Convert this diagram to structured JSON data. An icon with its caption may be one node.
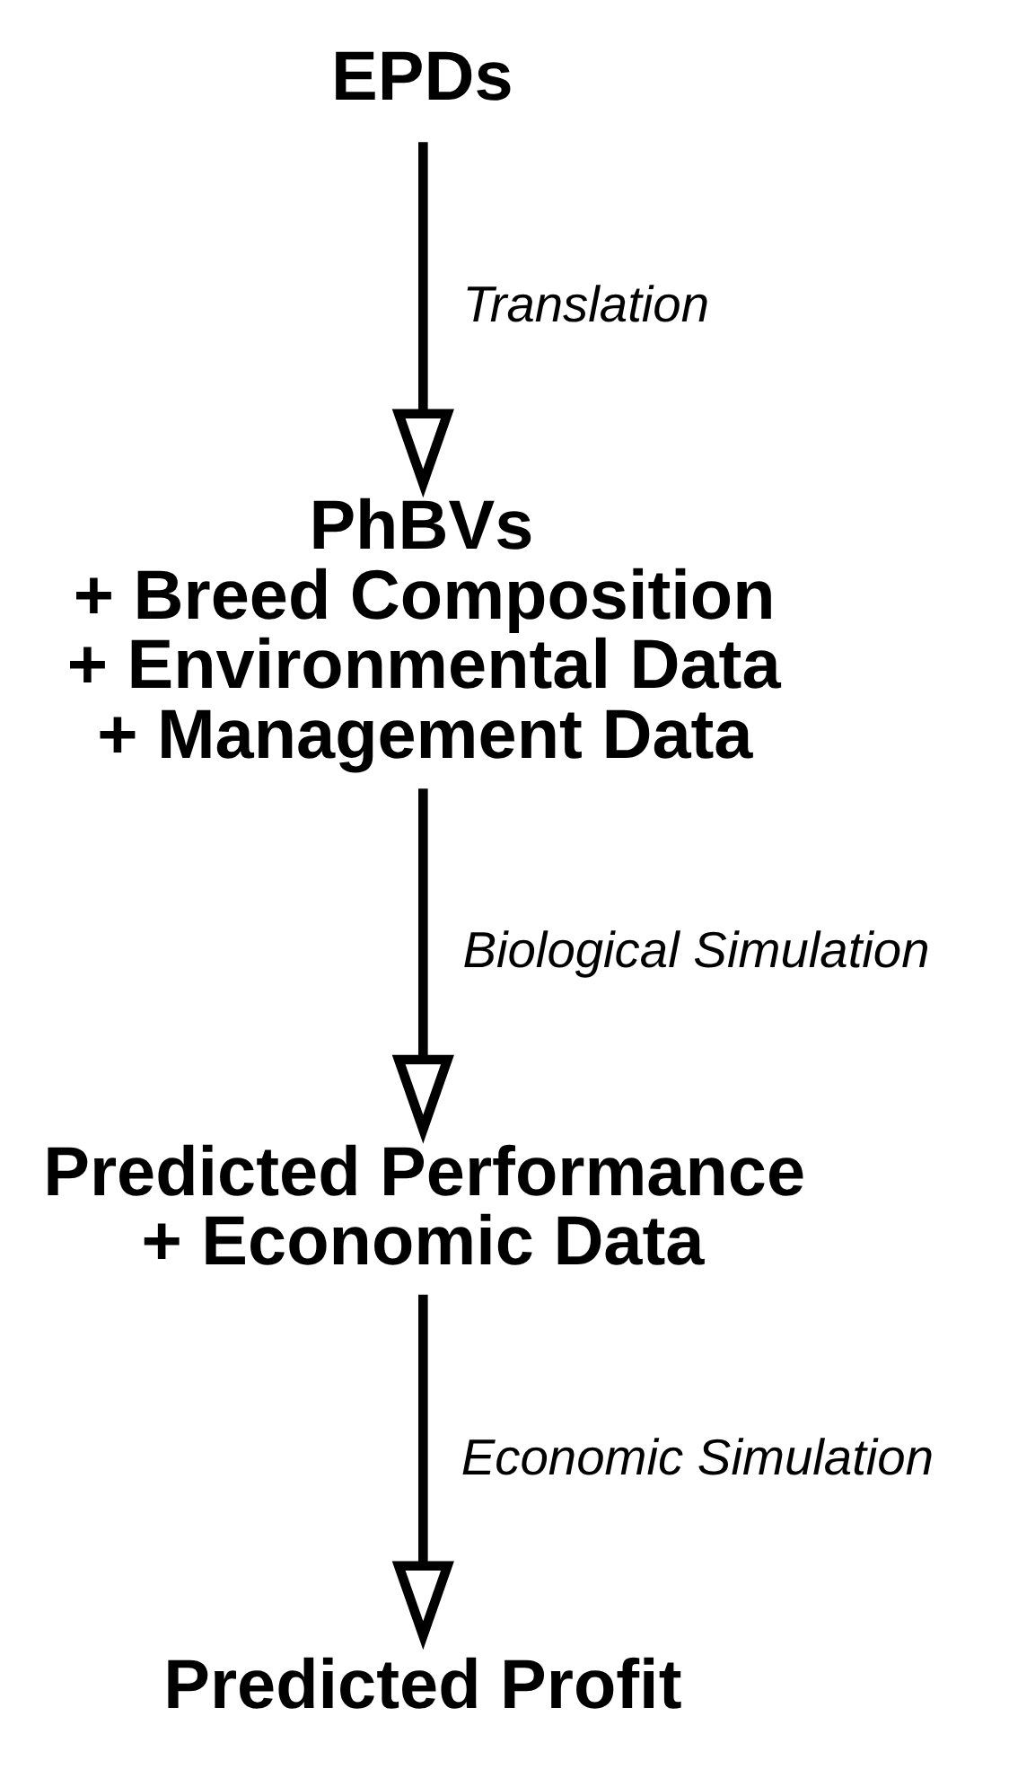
{
  "diagram": {
    "nodes": [
      {
        "text": [
          "EPDs"
        ]
      },
      {
        "text": [
          "PhBVs",
          "+ Breed Composition",
          "+ Environmental Data",
          "+ Management Data"
        ]
      },
      {
        "text": [
          "Predicted Performance",
          "+ Economic Data"
        ]
      },
      {
        "text": [
          "Predicted Profit"
        ]
      }
    ],
    "edges": [
      {
        "from": 0,
        "to": 1,
        "arrow": "to",
        "label": "Translation"
      },
      {
        "from": 1,
        "to": 2,
        "arrow": "to",
        "label": "Biological Simulation"
      },
      {
        "from": 2,
        "to": 3,
        "arrow": "to",
        "label": "Economic Simulation"
      }
    ]
  }
}
